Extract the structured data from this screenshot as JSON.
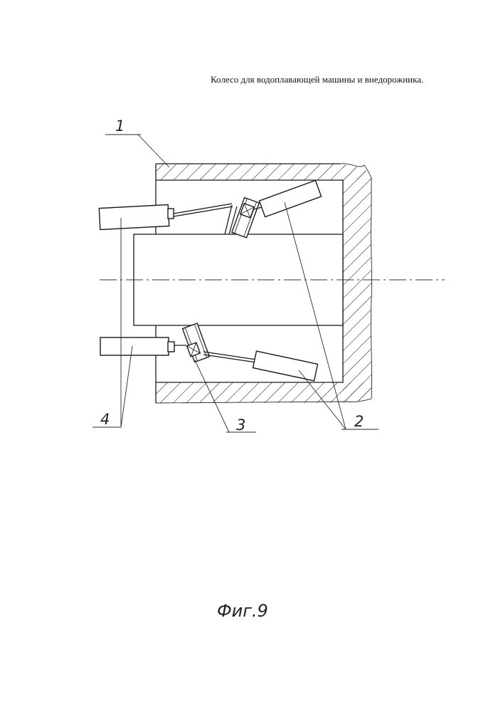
{
  "header": {
    "title": "Колесо для водоплавающей машины и внедорожника."
  },
  "callouts": {
    "label_1": "1",
    "label_2": "2",
    "label_3": "3",
    "label_4": "4"
  },
  "figure": {
    "caption": "Фиг.9"
  }
}
